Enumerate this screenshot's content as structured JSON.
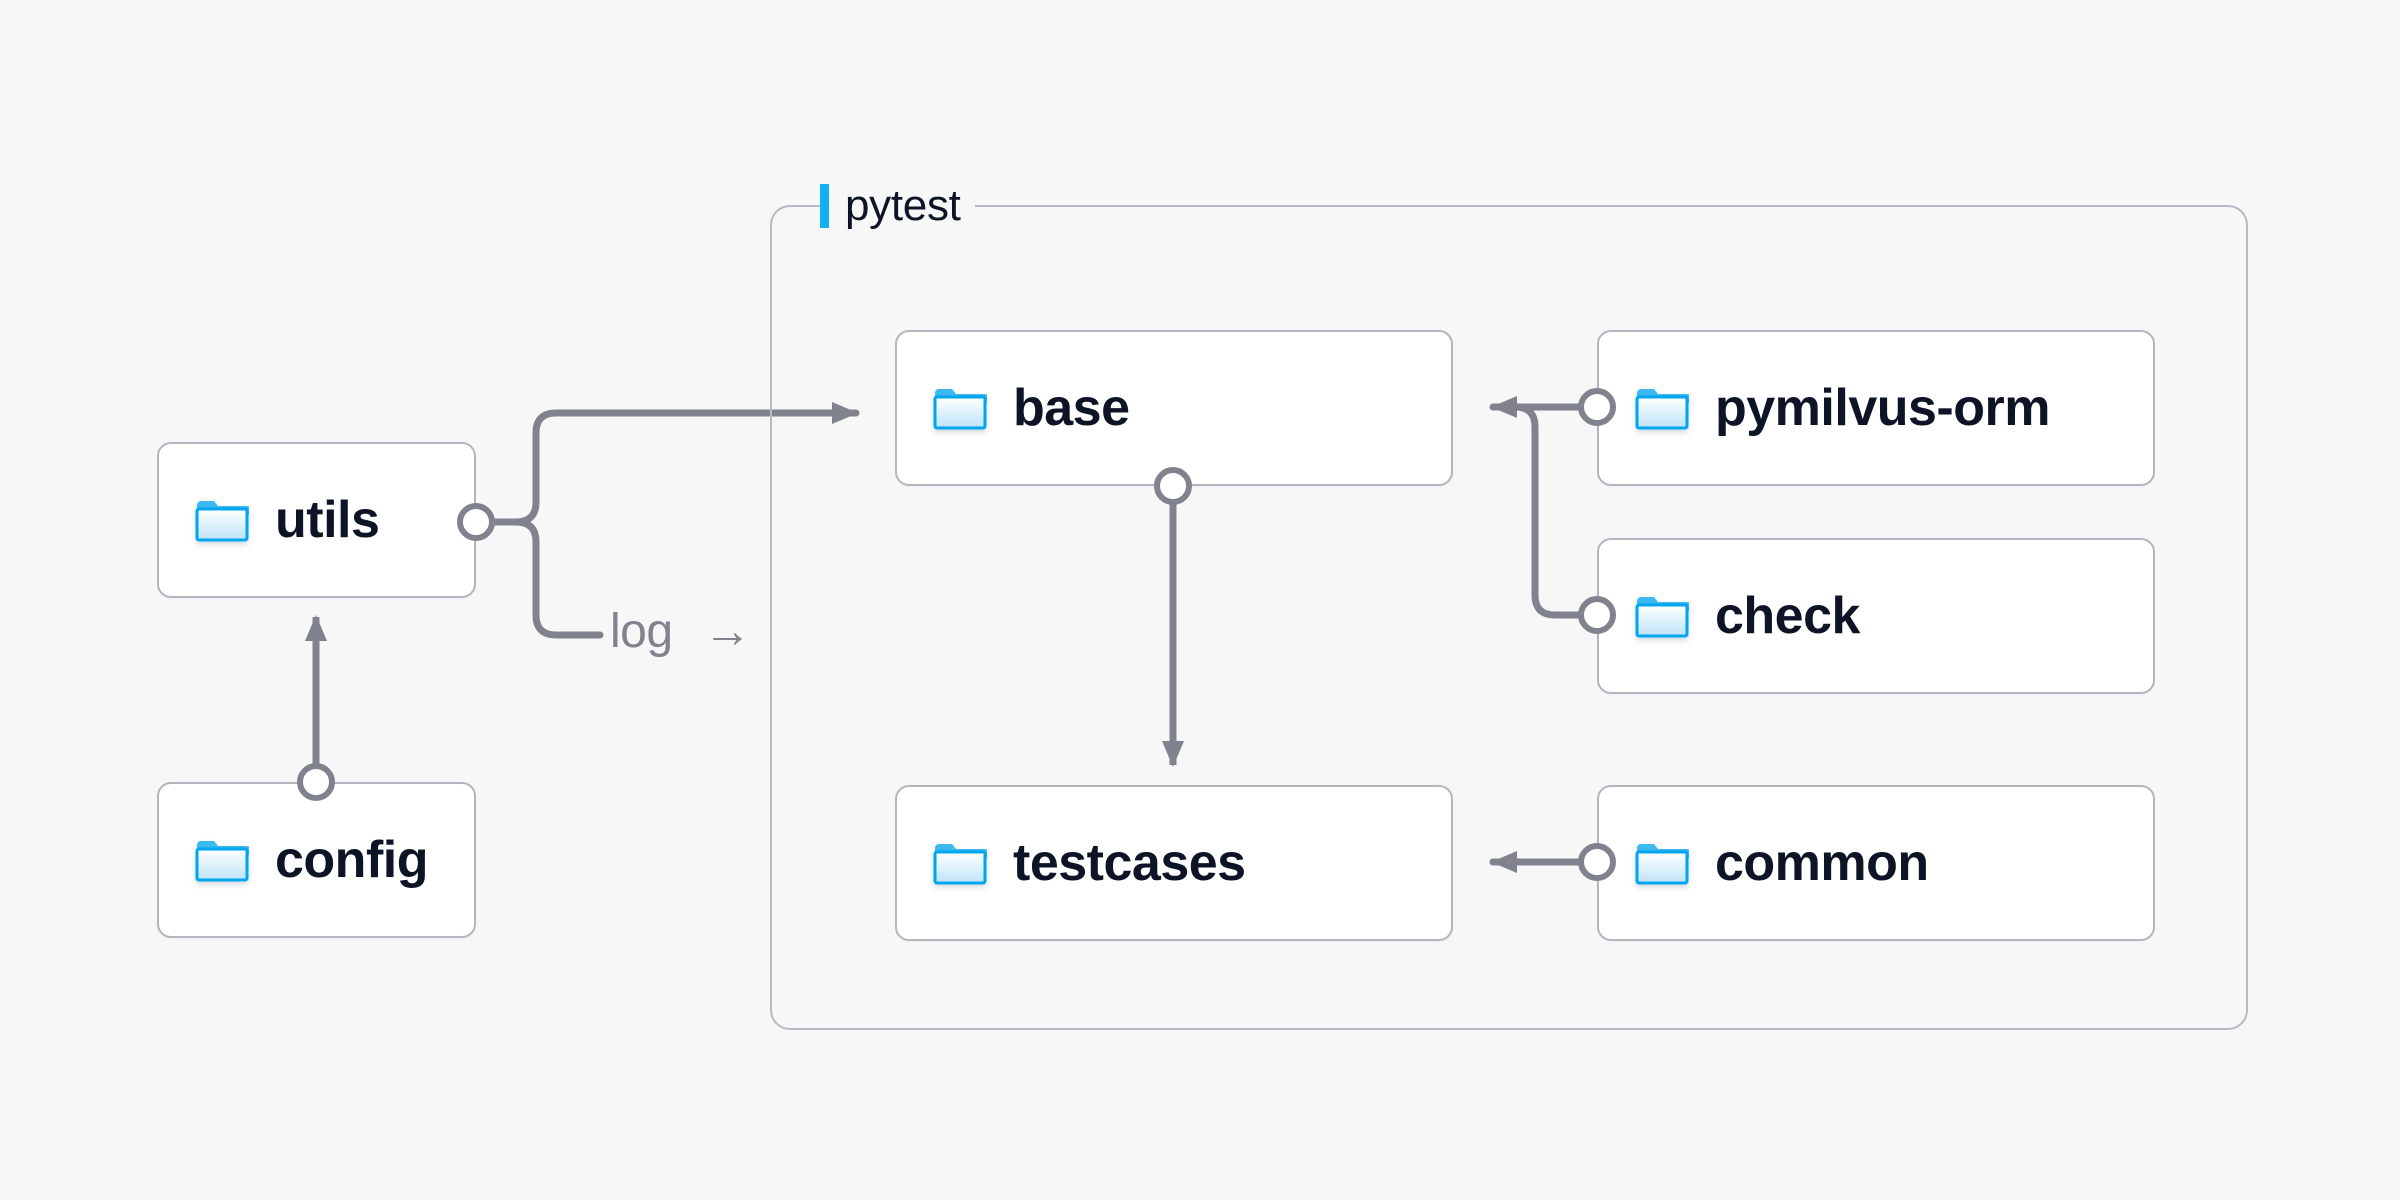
{
  "canvas": {
    "background": "#f7f7f7",
    "edge_color": "#80828e",
    "node_border": "#b5b5bf",
    "node_fill": "#ffffff",
    "text_color": "#0d1426",
    "accent": "#12b0f0",
    "group_border": "#b9b9c6"
  },
  "group": {
    "name": "pytest",
    "label": "pytest"
  },
  "nodes": {
    "utils": {
      "label": "utils",
      "icon": "folder-icon"
    },
    "config": {
      "label": "config",
      "icon": "folder-icon"
    },
    "base": {
      "label": "base",
      "icon": "folder-icon"
    },
    "testcases": {
      "label": "testcases",
      "icon": "folder-icon"
    },
    "pymilvus_orm": {
      "label": "pymilvus-orm",
      "icon": "folder-icon"
    },
    "check": {
      "label": "check",
      "icon": "folder-icon"
    },
    "common": {
      "label": "common",
      "icon": "folder-icon"
    }
  },
  "edges": {
    "log": {
      "label": "log",
      "arrow_glyph": "→"
    }
  }
}
